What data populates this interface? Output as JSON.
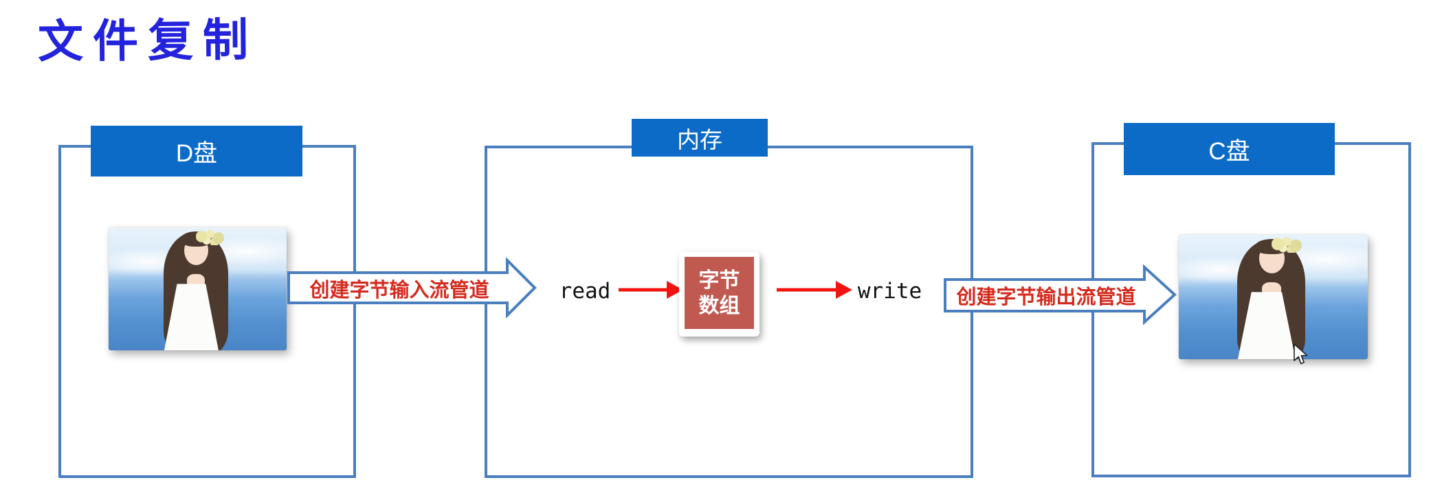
{
  "title": "文件复制",
  "panels": {
    "d_drive": {
      "label": "D盘"
    },
    "memory": {
      "label": "内存"
    },
    "c_drive": {
      "label": "C盘"
    }
  },
  "pipes": {
    "input_label": "创建字节输入流管道",
    "output_label": "创建字节输出流管道"
  },
  "flow": {
    "read_label": "read",
    "write_label": "write",
    "byte_array": {
      "line1": "字节",
      "line2": "数组"
    }
  },
  "photos": {
    "left": "seaside-girl-photo",
    "right": "seaside-girl-photo-copy"
  },
  "colors": {
    "title_blue": "#2323de",
    "header_blue": "#0b6bc7",
    "box_border_blue": "#4a7ebe",
    "pipe_text_red": "#d42a1e",
    "arrow_red": "#f21411",
    "byte_box_red": "#c05a50"
  }
}
